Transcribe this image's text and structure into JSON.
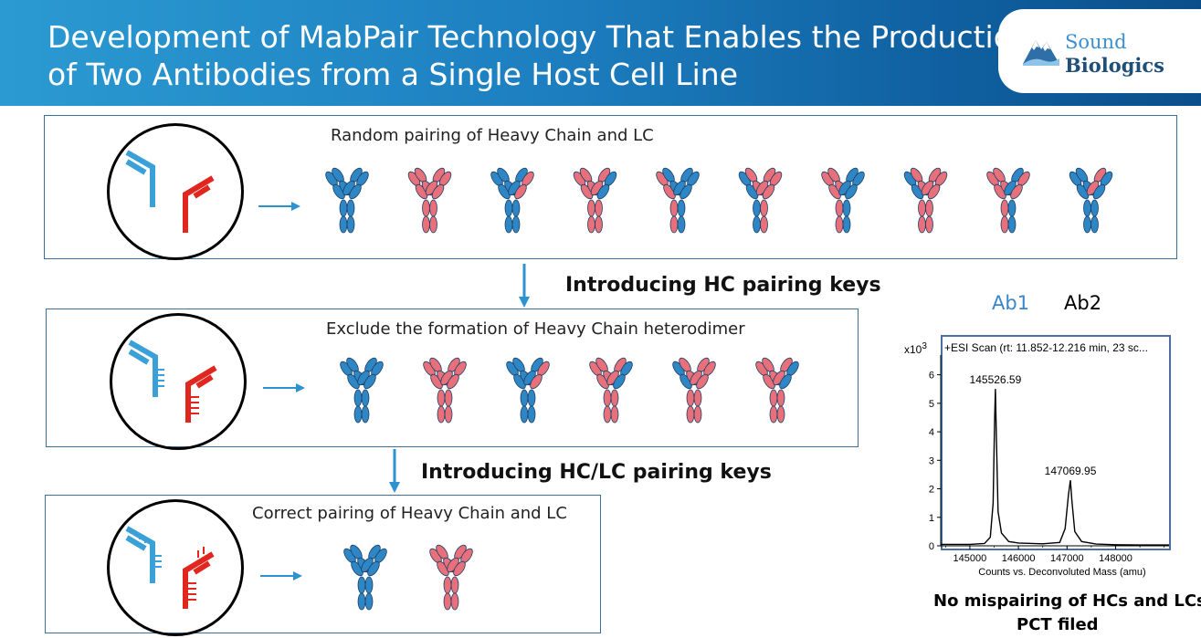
{
  "header": {
    "title_line1": "Development of MabPair Technology That Enables the Production",
    "title_line2": "of Two Antibodies from a Single Host Cell Line",
    "logo": {
      "word1": "Sound",
      "word2": "Biologics"
    }
  },
  "colors": {
    "header_start": "#2b9ad2",
    "header_end": "#0b4f8a",
    "ab1_blue": "#2f86c4",
    "ab2_pink": "#e8707a",
    "chain_blue": "#3aa0d8",
    "chain_red": "#e0261e",
    "arrow_blue": "#2c93d0"
  },
  "panels": [
    {
      "title": "Random pairing of  Heavy Chain and LC",
      "antibodies": [
        "blue",
        "pink",
        "blue-mixed",
        "pink-mixed",
        "mixed-a",
        "mixed-b",
        "mixed-c",
        "pink-blue",
        "pink-blue2",
        "blue-pink"
      ]
    },
    {
      "title": "Exclude the formation of Heavy Chain heterodimer",
      "antibodies": [
        "blue",
        "pink",
        "blue-mixed",
        "pink-mixed",
        "pink-blue",
        "pink-mixed2"
      ]
    },
    {
      "title": "Correct pairing of  Heavy Chain and LC",
      "antibodies": [
        "blue",
        "pink"
      ]
    }
  ],
  "steps": {
    "step1": "Introducing HC pairing keys",
    "step2": "Introducing HC/LC pairing keys"
  },
  "legend": {
    "ab1": "Ab1",
    "ab2": "Ab2"
  },
  "spectrum": {
    "scale_label": "x10",
    "scale_exp": "3",
    "header": "+ESI Scan (rt: 11.852-12.216 min, 23 sc...",
    "xlabel": "Counts vs. Deconvoluted Mass (amu)",
    "peaks": [
      {
        "label": "145526.59"
      },
      {
        "label": "147069.95"
      }
    ]
  },
  "chart_data": {
    "type": "line",
    "title": "+ESI Scan (rt: 11.852-12.216 min, 23 sc...",
    "xlabel": "Counts vs. Deconvoluted Mass (amu)",
    "ylabel": "x10 3",
    "xlim": [
      144400,
      149100
    ],
    "ylim": [
      0,
      6.5
    ],
    "x_ticks": [
      "145000",
      "146000",
      "147000",
      "148000"
    ],
    "y_ticks": [
      "0",
      "1",
      "2",
      "3",
      "4",
      "5",
      "6"
    ],
    "series": [
      {
        "x": [
          144400,
          145000,
          145300,
          145420,
          145480,
          145510,
          145526.59,
          145545,
          145580,
          145650,
          145800,
          146000,
          146500,
          146850,
          146960,
          147030,
          147069.95,
          147100,
          147160,
          147300,
          147600,
          148000,
          148500,
          149100
        ],
        "y": [
          0.05,
          0.05,
          0.08,
          0.3,
          1.5,
          4.4,
          5.5,
          3.9,
          1.2,
          0.45,
          0.15,
          0.1,
          0.07,
          0.12,
          0.6,
          1.8,
          2.3,
          1.6,
          0.5,
          0.15,
          0.06,
          0.04,
          0.03,
          0.03
        ]
      }
    ],
    "annotations": [
      "145526.59",
      "147069.95"
    ]
  },
  "notes": {
    "line1": "No mispairing of HCs and LCs",
    "line2": "PCT filed"
  }
}
